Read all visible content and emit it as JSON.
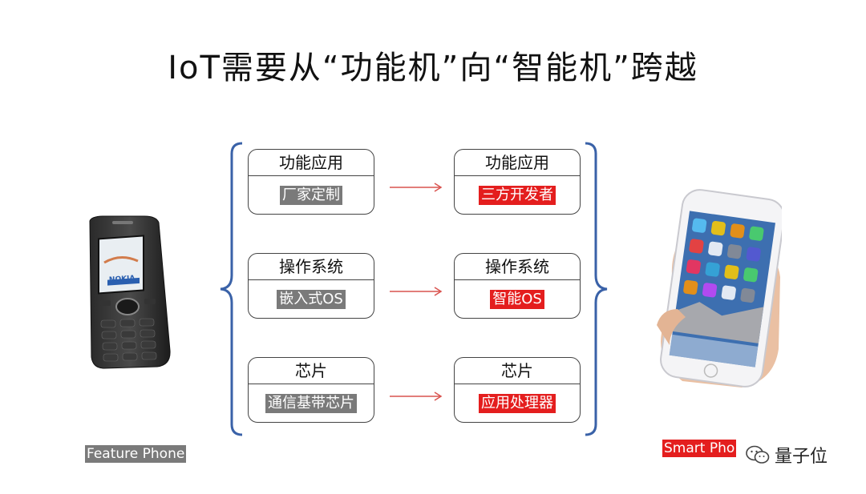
{
  "title": "IoT需要从“功能机”向“智能机”跨越",
  "left_column": [
    {
      "header": "功能应用",
      "value": "厂家定制"
    },
    {
      "header": "操作系统",
      "value": "嵌入式OS"
    },
    {
      "header": "芯片",
      "value": "通信基带芯片"
    }
  ],
  "right_column": [
    {
      "header": "功能应用",
      "value": "三方开发者"
    },
    {
      "header": "操作系统",
      "value": "智能OS"
    },
    {
      "header": "芯片",
      "value": "应用处理器"
    }
  ],
  "feature_phone": {
    "label": "Feature Phone",
    "brand": "NOKIA"
  },
  "smart_phone": {
    "label": "Smart Pho"
  },
  "watermark": {
    "text": "量子位"
  },
  "colors": {
    "accent_red": "#e41e1e",
    "tag_gray": "#7a7a7a",
    "bracket_blue": "#3a62a8",
    "arrow_red": "#d9534f"
  }
}
